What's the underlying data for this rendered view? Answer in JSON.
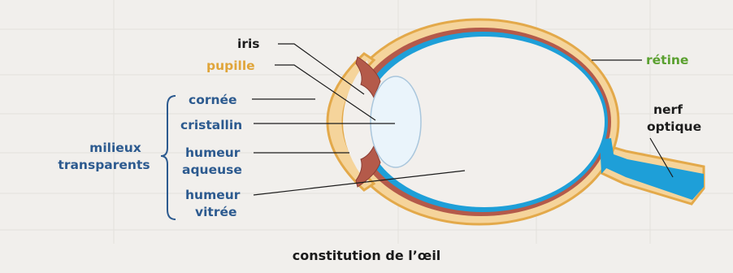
{
  "figure": {
    "caption": "constitution de l’œil",
    "labels": {
      "iris": "iris",
      "pupille": "pupille",
      "cornee": "cornée",
      "cristallin": "cristallin",
      "humeur_aqueuse_1": "humeur",
      "humeur_aqueuse_2": "aqueuse",
      "humeur_vitree_1": "humeur",
      "humeur_vitree_2": "vitrée",
      "milieux_1": "milieux",
      "milieux_2": "transparents",
      "retine": "rétine",
      "nerf_1": "nerf",
      "nerf_2": "optique"
    }
  },
  "colors": {
    "text_dark": "#1c1c1c",
    "text_blue": "#2c5a8f",
    "text_orange": "#e0a53a",
    "text_green": "#5aa02f",
    "sclera_outline": "#e3a94a",
    "sclera_fill": "#f5d49b",
    "choroid": "#b45a4a",
    "retina": "#1e9fd8",
    "lens": "#eaf4fb"
  }
}
